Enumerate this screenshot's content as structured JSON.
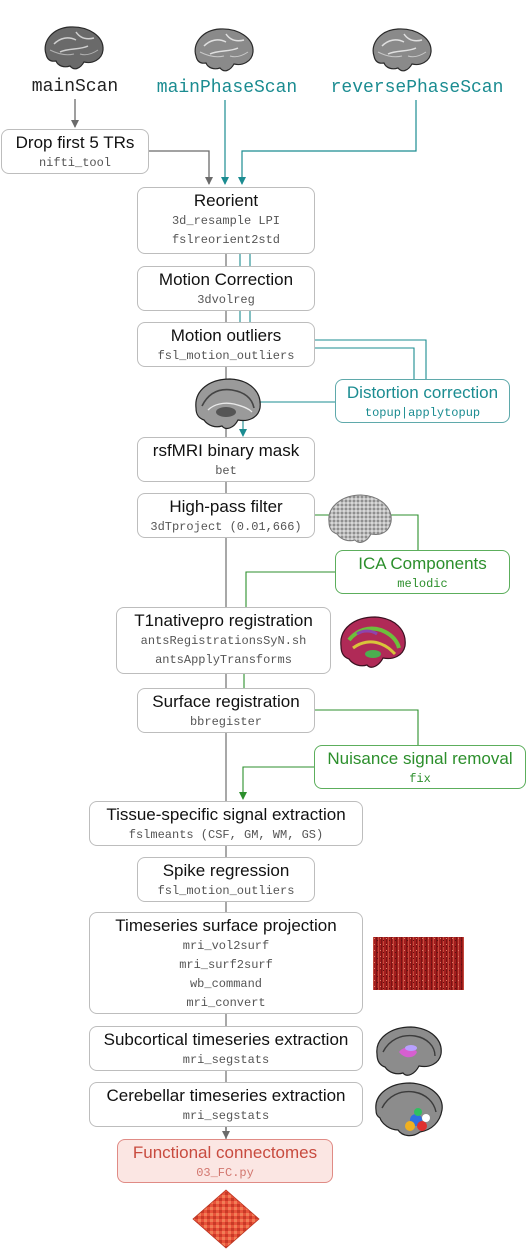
{
  "colors": {
    "line": "#7a7a7a",
    "teal": "#1b8c91",
    "green": "#2c8f2c",
    "red": "#c84b3f"
  },
  "inputs": {
    "main": "mainScan",
    "main_phase": "mainPhaseScan",
    "reverse_phase": "reversePhaseScan"
  },
  "steps": {
    "drop": {
      "title": "Drop first 5 TRs",
      "cmd": "nifti_tool"
    },
    "reorient": {
      "title": "Reorient",
      "cmd1": "3d_resample LPI",
      "cmd2": "fslreorient2std"
    },
    "motion_correction": {
      "title": "Motion Correction",
      "cmd": "3dvolreg"
    },
    "motion_outliers": {
      "title": "Motion outliers",
      "cmd": "fsl_motion_outliers"
    },
    "distortion": {
      "title": "Distortion correction",
      "cmd": "topup|applytopup"
    },
    "mask": {
      "title": "rsfMRI binary mask",
      "cmd": "bet"
    },
    "highpass": {
      "title": "High-pass filter",
      "cmd": "3dTproject (0.01,666)"
    },
    "ica": {
      "title": "ICA Components",
      "cmd": "melodic"
    },
    "t1reg": {
      "title": "T1nativepro registration",
      "cmd1": "antsRegistrationsSyN.sh",
      "cmd2": "antsApplyTransforms"
    },
    "surfreg": {
      "title": "Surface registration",
      "cmd": "bbregister"
    },
    "nuisance": {
      "title": "Nuisance signal removal",
      "cmd": "fix"
    },
    "tissue": {
      "title": "Tissue-specific signal extraction",
      "cmd": "fslmeants (CSF, GM, WM, GS)"
    },
    "spike": {
      "title": "Spike regression",
      "cmd": "fsl_motion_outliers"
    },
    "surfproj": {
      "title": "Timeseries surface projection",
      "cmds": [
        "mri_vol2surf",
        "mri_surf2surf",
        "wb_command",
        "mri_convert"
      ]
    },
    "subcortical": {
      "title": "Subcortical timeseries extraction",
      "cmd": "mri_segstats"
    },
    "cerebellar": {
      "title": "Cerebellar timeseries extraction",
      "cmd": "mri_segstats"
    },
    "fc": {
      "title": "Functional connectomes",
      "cmd": "03_FC.py"
    }
  }
}
